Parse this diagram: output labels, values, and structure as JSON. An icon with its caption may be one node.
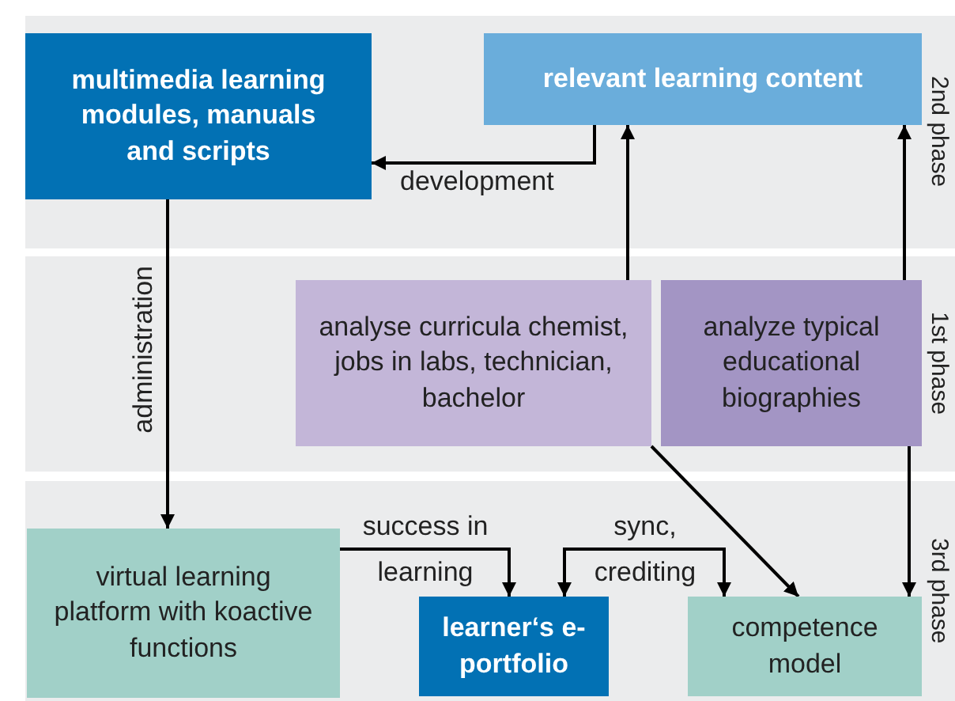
{
  "diagram": {
    "nodes": [
      {
        "text": [
          "2nd phase"
        ]
      },
      {
        "text": [
          "multimedia learning modules, manuals and scripts"
        ],
        "in": 0
      },
      {
        "text": [
          "relevant learning content"
        ],
        "in": 0
      },
      {
        "text": [
          "1st phase"
        ]
      },
      {
        "text": [
          "analyse curricula chemist, jobs in labs, technician, bachelor"
        ],
        "in": 3
      },
      {
        "text": [
          "analyze typical educational biographies"
        ],
        "in": 3
      },
      {
        "text": [
          "3rd phase"
        ]
      },
      {
        "text": [
          "virtual learning platform with koactive functions"
        ],
        "in": 6
      },
      {
        "text": [
          "learner‘s e-portfolio"
        ],
        "in": 6
      },
      {
        "text": [
          "competence model"
        ],
        "in": 6
      }
    ],
    "edges": [
      {
        "from": 2,
        "to": 1,
        "arrow": "to",
        "label": "development"
      },
      {
        "from": 1,
        "to": 7,
        "arrow": "to",
        "label": "administration"
      },
      {
        "from": 4,
        "to": 2,
        "arrow": "to"
      },
      {
        "from": 5,
        "to": 2,
        "arrow": "to"
      },
      {
        "from": 4,
        "to": 9,
        "arrow": "to"
      },
      {
        "from": 5,
        "to": 9,
        "arrow": "to"
      },
      {
        "from": 7,
        "to": 8,
        "arrow": "to",
        "label": "success in learning"
      },
      {
        "from": 8,
        "to": 9,
        "arrow": "both",
        "label": "sync, crediting"
      }
    ]
  }
}
